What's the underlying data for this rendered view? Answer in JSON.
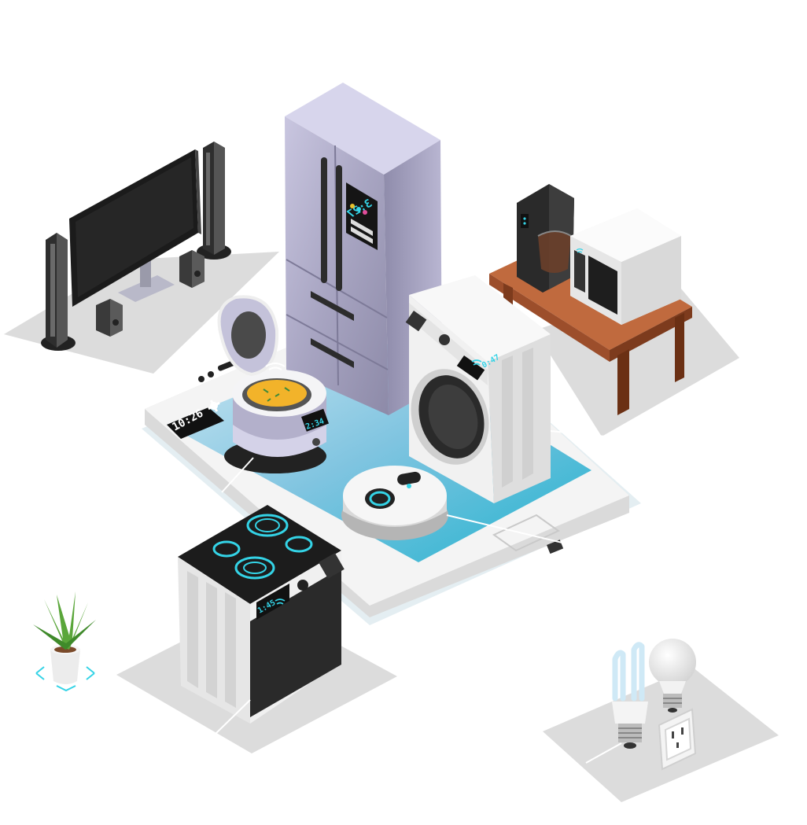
{
  "phone": {
    "time": "10:26"
  },
  "displays": {
    "fridge": "3:27",
    "rice_cooker": "2:34",
    "washer": "0:47",
    "stove": "1:45"
  },
  "colors": {
    "floor_tile": "#d9d9d9",
    "phone_body": "#f4f4f4",
    "phone_screen": "#4fb6d6",
    "accent_cyan": "#34d3e6",
    "steel": "#a9a6c4",
    "wood": "#a8532e",
    "dark": "#2b2b2b",
    "plant": "#5aa63a"
  },
  "icons": [
    "gear-icon",
    "wifi-icon"
  ]
}
